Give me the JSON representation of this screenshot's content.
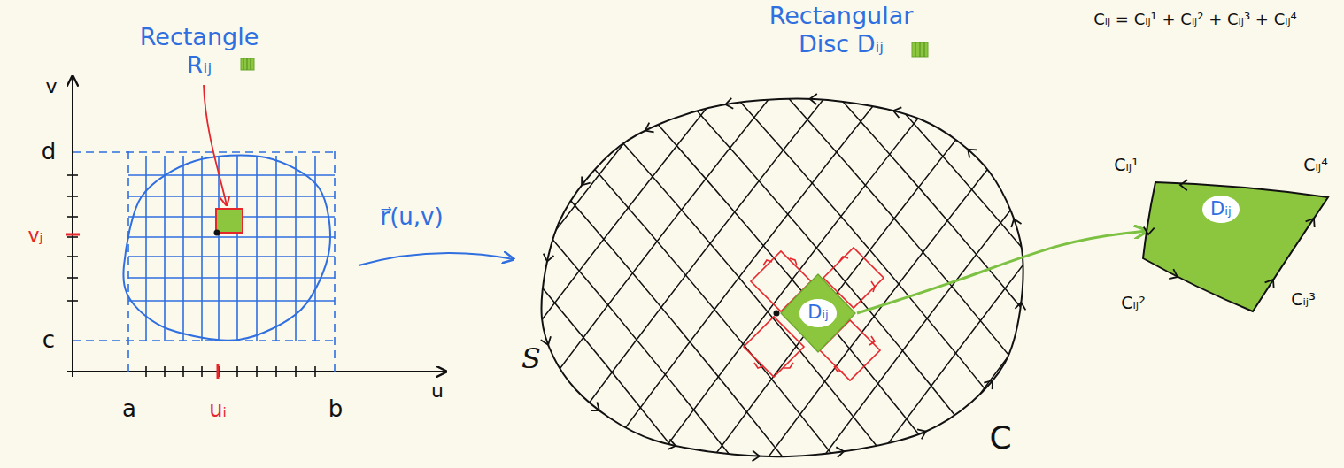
{
  "diagram": {
    "nodes": [
      {
        "text": [
          "Dᵢⱼ"
        ]
      },
      {
        "text": [
          "Dᵢⱼ"
        ]
      }
    ],
    "edges": [
      {
        "from": 0,
        "to": 1,
        "arrow": "to"
      }
    ],
    "labels": [
      "Rectangle Rᵢⱼ",
      "v",
      "d",
      "vⱼ",
      "c",
      "a",
      "uᵢ",
      "b",
      "u",
      "r⃗(u,v)",
      "Rectangular Disc Dᵢⱼ",
      "Cᵢⱼ = Cᵢⱼ¹ + Cᵢⱼ² + Cᵢⱼ³ + Cᵢⱼ⁴",
      "Cᵢⱼ¹",
      "Cᵢⱼ⁴",
      "S",
      "C",
      "Cᵢⱼ²",
      "Cᵢⱼ³"
    ]
  }
}
